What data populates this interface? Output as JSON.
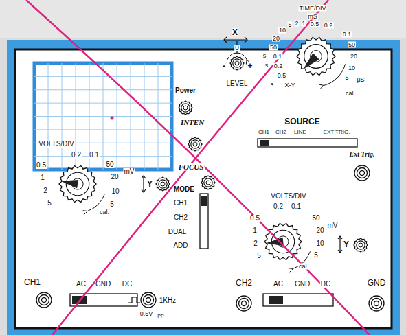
{
  "diagram": {
    "labels": [
      "Power",
      "INTEN",
      "FOCUS",
      "X",
      "0",
      "-",
      "+",
      "LEVEL",
      "TIME/DIV",
      "mS",
      "10",
      "5",
      "2",
      "1",
      "0.5",
      "0.2",
      "0.1",
      "50",
      "20",
      "10",
      "5",
      "μS",
      "cal.",
      "20",
      "50",
      "s",
      "0.1",
      "s",
      "0.2",
      "0.5",
      "s",
      "X-Y",
      "SOURCE",
      "CH1",
      "CH2",
      "LINE",
      "EXT TRIG.",
      "Ext Trig.",
      "VOLTS/DIV",
      "0.2",
      "0.1",
      "0.5",
      "1",
      "2",
      "5",
      "50",
      "20",
      "10",
      "5",
      "mV",
      "cal.",
      "Y",
      "MODE",
      "CH1",
      "CH2",
      "DUAL",
      "ADD",
      "VOLTS/DIV",
      "0.2",
      "0.1",
      "0.5",
      "1",
      "2",
      "5",
      "50",
      "20",
      "10",
      "5",
      "mV",
      "cal.",
      "Y",
      "CH1",
      "AC",
      "GND",
      "DC",
      "1KHz",
      "0.5V",
      "PP",
      "CH2",
      "AC",
      "GND",
      "DC",
      "GND"
    ]
  }
}
